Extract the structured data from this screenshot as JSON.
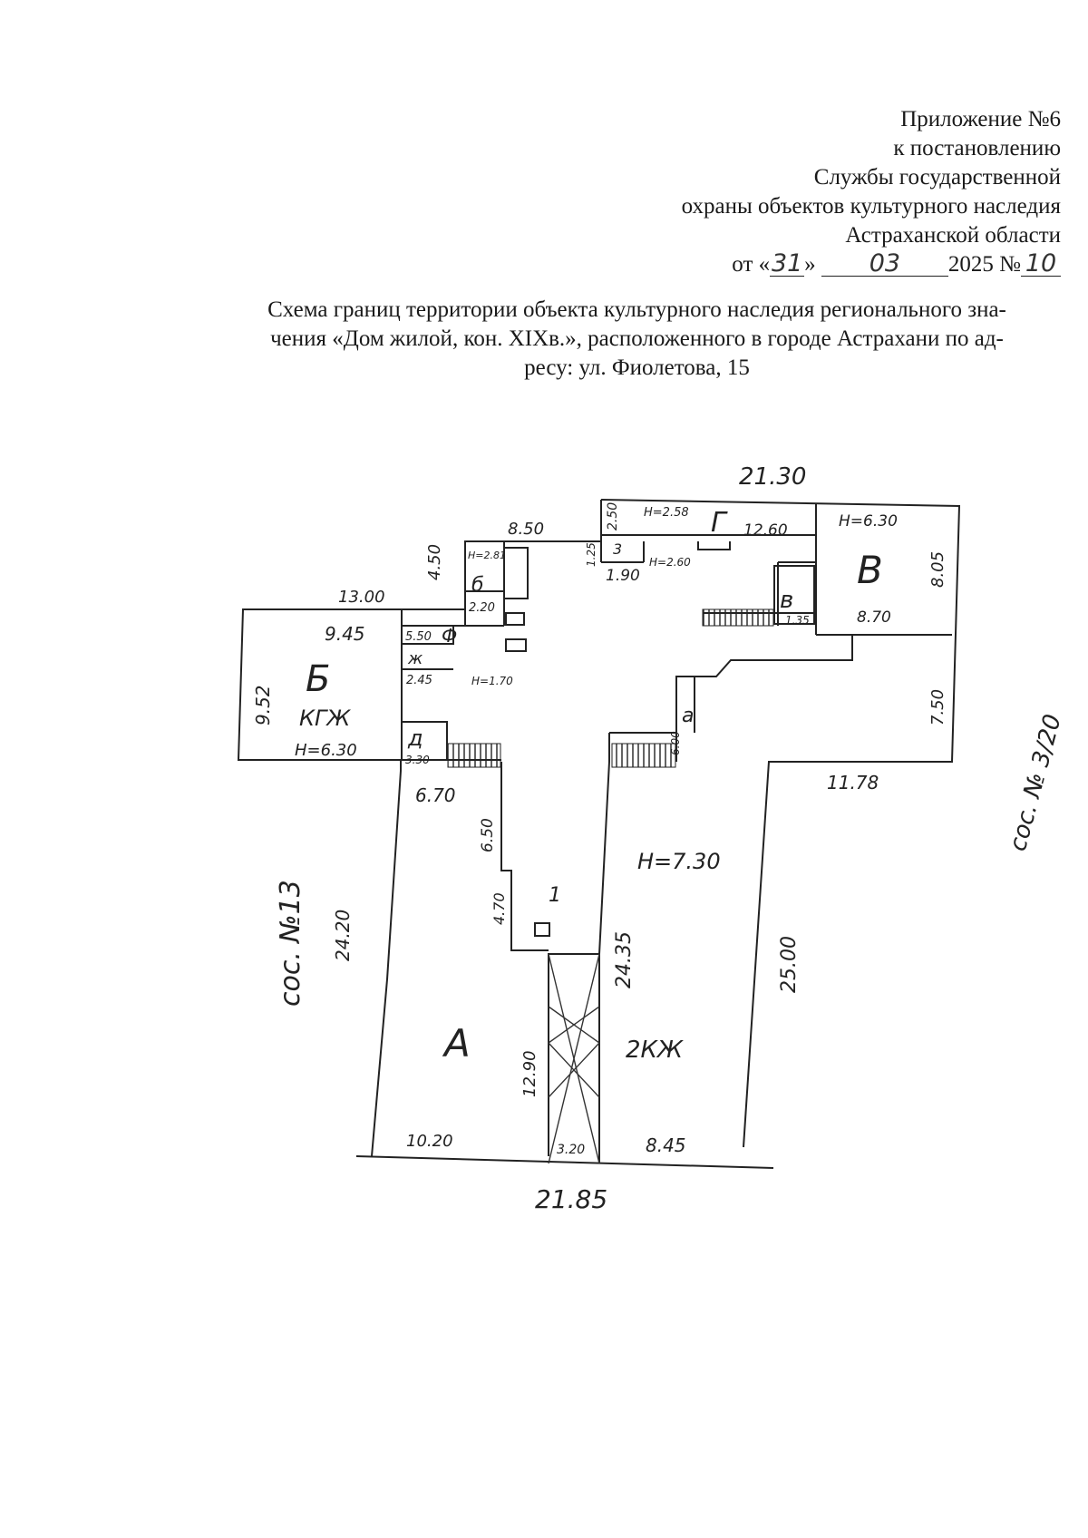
{
  "appendix": {
    "l1": "Приложение №6",
    "l2": "к постановлению",
    "l3": "Службы государственной",
    "l4": "охраны объектов культурного наследия",
    "l5": "Астраханской области",
    "date_prefix": "от «",
    "day": "31",
    "date_mid": "»",
    "month": "03",
    "year_no": "2025 №",
    "number": "10"
  },
  "title": {
    "l1": "Схема границ территории объекта культурного наследия регионального зна-",
    "l2": "чения «Дом жилой, кон. XIXв.», расположенного в городе Астрахани по ад-",
    "l3": "ресу: ул. Фиолетова, 15"
  },
  "plan": {
    "top_dim": "21.30",
    "dim_850": "8.50",
    "dim_1300": "13.00",
    "dim_450a": "4.50",
    "dim_250": "2.50",
    "h_258": "H=2.58",
    "lit_g": "Г",
    "dim_1260": "12.60",
    "h_630_v": "H=6.30",
    "lit_v": "В",
    "dim_805": "8.05",
    "dim_190": "1.90",
    "room_3": "3",
    "h_260": "H=2.60",
    "dim_125": "1.25",
    "room_6": "б",
    "dim_220": "2.20",
    "h_281": "H=2.81",
    "room_small_v": "в",
    "dim_135": "1.35",
    "dim_870": "8.70",
    "dim_945": "9.45",
    "dim_550": "5.50",
    "room_f": "Ф",
    "room_zh": "ж",
    "dim_245": "2.45",
    "h_170": "H=1.70",
    "lit_b": "Б",
    "kgzh": "КГЖ",
    "dim_952": "9.52",
    "h_630_b": "H=6.30",
    "room_d": "д",
    "dim_330": "3.30",
    "dim_670": "6.70",
    "dim_650": "6.50",
    "room_a_small": "а",
    "dim_600": "6.00",
    "dim_750": "7.50",
    "dim_1178": "11.78",
    "soc_right": "соc. № 3/20",
    "h_730": "H=7.30",
    "soc_left": "соc. №13",
    "dim_2420": "24.20",
    "dim_470": "4.70",
    "room_1": "1",
    "dim_2435": "24.35",
    "dim_2500": "25.00",
    "lit_a": "А",
    "dim_1290": "12.90",
    "kzh2": "2КЖ",
    "dim_1020": "10.20",
    "dim_320": "3.20",
    "dim_845": "8.45",
    "bottom_dim": "21.85"
  }
}
